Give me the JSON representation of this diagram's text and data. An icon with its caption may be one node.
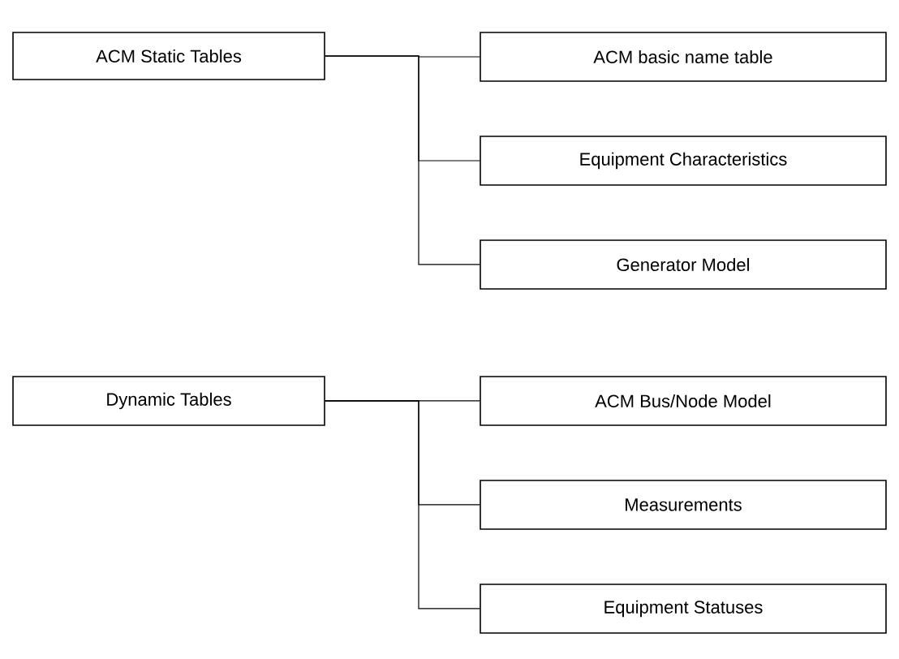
{
  "diagram": {
    "nodes": [
      {
        "text": [
          "ACM Static Tables"
        ]
      },
      {
        "text": [
          "ACM basic name table"
        ]
      },
      {
        "text": [
          "Equipment Characteristics"
        ]
      },
      {
        "text": [
          "Generator Model"
        ]
      },
      {
        "text": [
          "Dynamic Tables"
        ]
      },
      {
        "text": [
          "ACM Bus/Node Model"
        ]
      },
      {
        "text": [
          "Measurements"
        ]
      },
      {
        "text": [
          "Equipment Statuses"
        ]
      }
    ],
    "edges": [
      {
        "from": 0,
        "to": 1,
        "arrow": "none"
      },
      {
        "from": 0,
        "to": 2,
        "arrow": "none"
      },
      {
        "from": 0,
        "to": 3,
        "arrow": "none"
      },
      {
        "from": 4,
        "to": 5,
        "arrow": "none"
      },
      {
        "from": 4,
        "to": 6,
        "arrow": "none"
      },
      {
        "from": 4,
        "to": 7,
        "arrow": "none"
      }
    ]
  }
}
